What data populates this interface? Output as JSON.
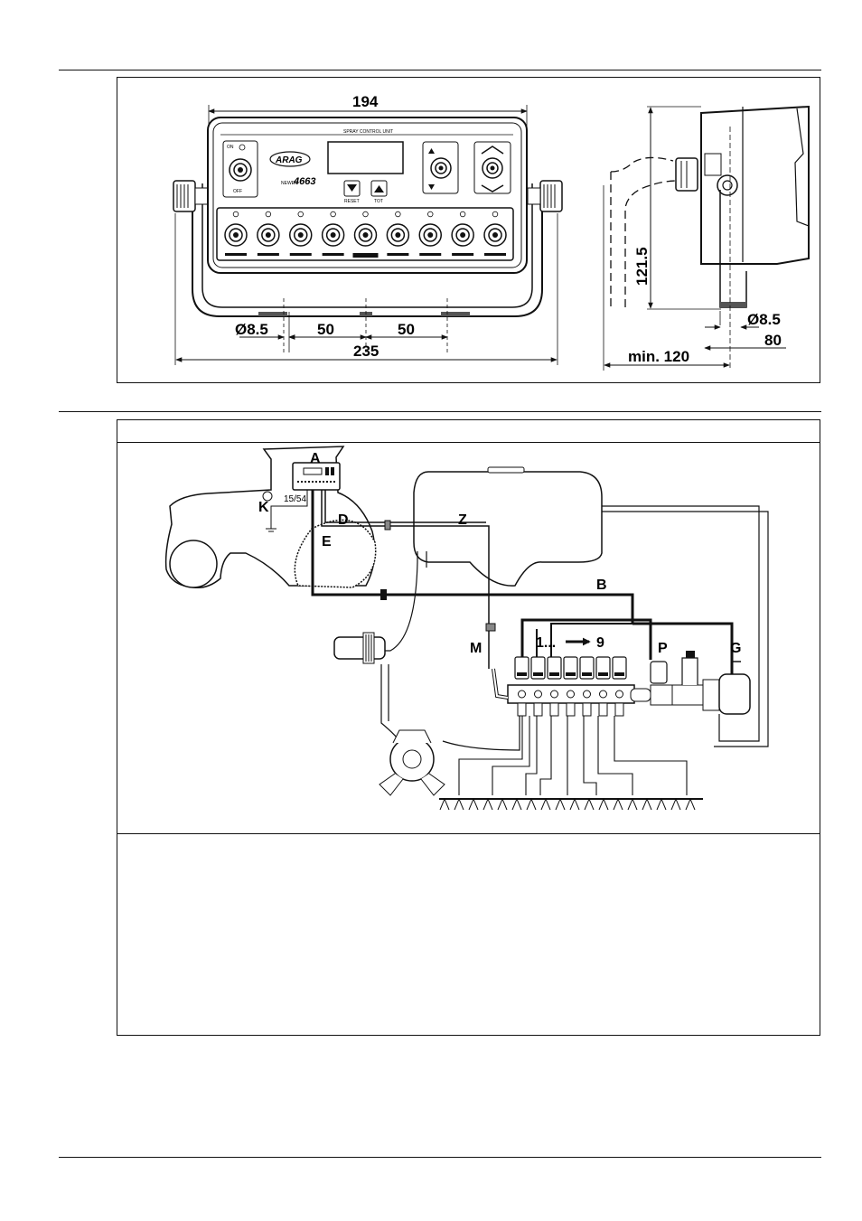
{
  "dimensions": {
    "width_total": "194",
    "height_side": "121.5",
    "hole_left": "Ø8.5",
    "hole_right": "Ø8.5",
    "spacing_1": "50",
    "spacing_2": "50",
    "bracket_width": "235",
    "depth": "80",
    "min_clearance": "min. 120"
  },
  "control_unit": {
    "brand": "ARAG",
    "model_prefix": "NEWER",
    "model_number": "4663",
    "header": "SPRAY CONTROL UNIT",
    "switch_on": "ON",
    "switch_off": "OFF",
    "reset_label": "RESET",
    "tot_label": "TOT",
    "section_switch_count": 9
  },
  "system_labels": {
    "A": "A",
    "K": "K",
    "K_note": "15/54",
    "D": "D",
    "E": "E",
    "Z": "Z",
    "B": "B",
    "M": "M",
    "sections": "1...",
    "sections_end": "9",
    "P": "P",
    "G": "G"
  },
  "colors": {
    "line": "#111111",
    "panel_fill": "#ffffff",
    "shade": "#555555"
  }
}
